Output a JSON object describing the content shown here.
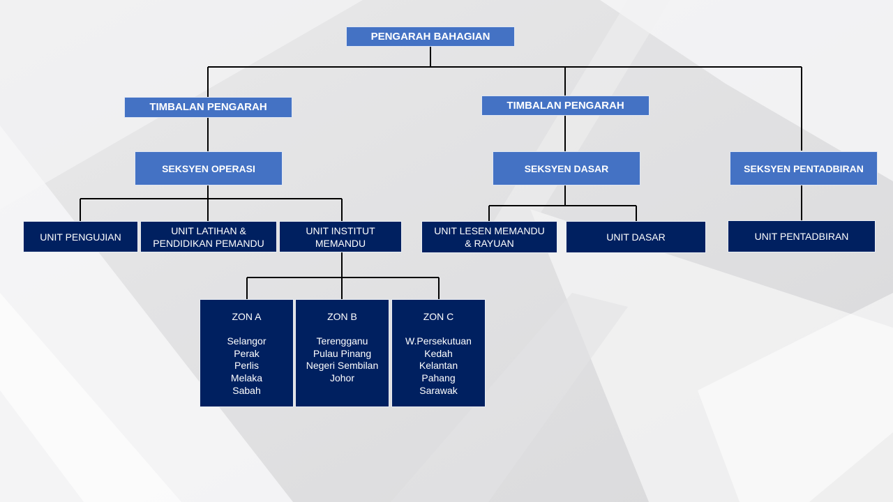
{
  "chart": {
    "director": "PENGARAH BAHAGIAN",
    "deputies": [
      "TIMBALAN PENGARAH",
      "TIMBALAN PENGARAH"
    ],
    "sections": [
      "SEKSYEN OPERASI",
      "SEKSYEN DASAR",
      "SEKSYEN PENTADBIRAN"
    ],
    "units": [
      "UNIT PENGUJIAN",
      "UNIT LATIHAN  &\nPENDIDIKAN PEMANDU",
      "UNIT INSTITUT\nMEMANDU",
      "UNIT LESEN MEMANDU\n& RAYUAN",
      "UNIT DASAR",
      "UNIT PENTADBIRAN"
    ],
    "zones": [
      {
        "name": "ZON A",
        "places": [
          "Selangor",
          "Perak",
          "Perlis",
          "Melaka",
          "Sabah"
        ]
      },
      {
        "name": "ZON B",
        "places": [
          "Terengganu",
          "Pulau Pinang",
          "Negeri Sembilan",
          "Johor"
        ]
      },
      {
        "name": "ZON C",
        "places": [
          "W.Persekutuan",
          "Kedah",
          "Kelantan",
          "Pahang",
          "Sarawak"
        ]
      }
    ]
  },
  "colors": {
    "accent_box": "#4472c4",
    "unit_box": "#002060",
    "connector": "#000000"
  }
}
